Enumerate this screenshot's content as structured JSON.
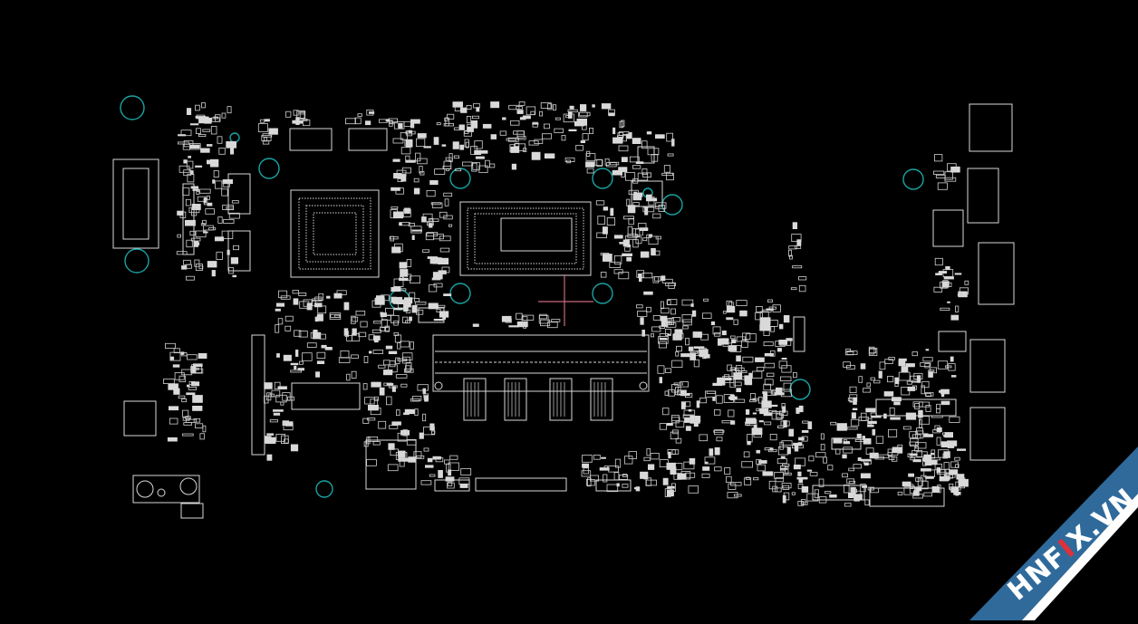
{
  "viewer": {
    "background": "#000000",
    "outline_color": "#d9d9d9",
    "hole_color": "#1aa3a3",
    "crosshair_color": "#c86a7a"
  },
  "watermark": {
    "prefix": "HNF",
    "accent": "I",
    "suffix": "X.VN",
    "banner_color": "#2f6a9b",
    "accent_color": "#e0303a"
  }
}
